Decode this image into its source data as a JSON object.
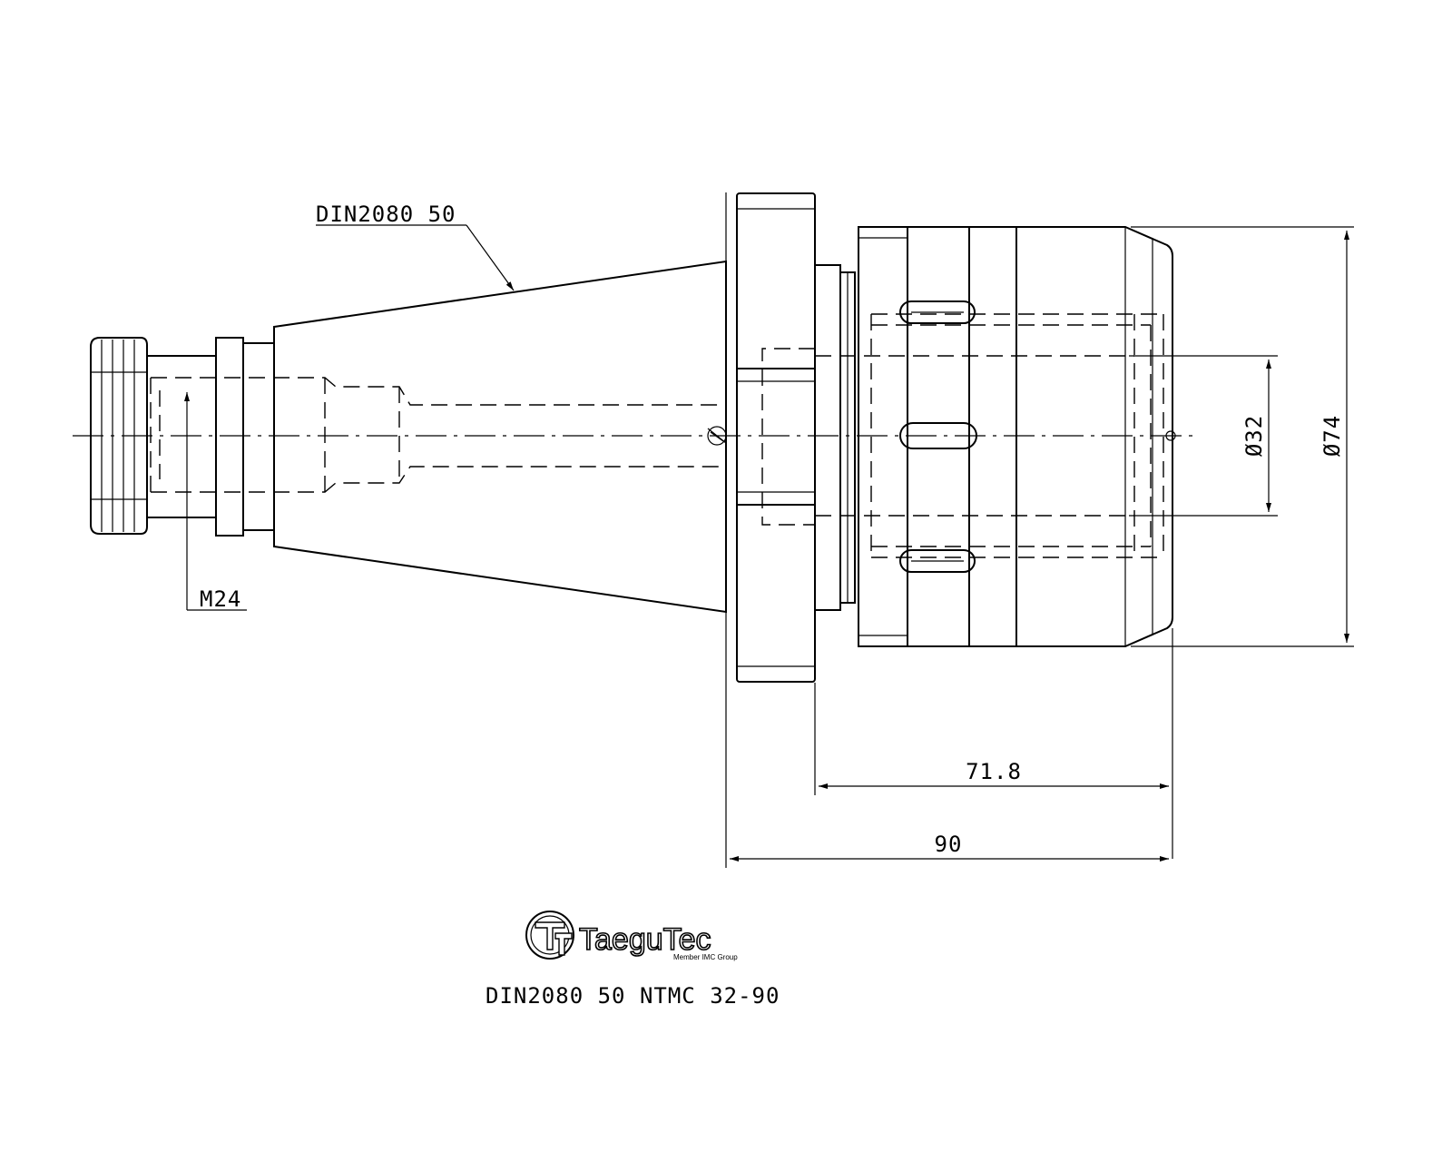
{
  "callouts": {
    "taper_label": "DIN2080 50",
    "thread_label": "M24"
  },
  "dimensions": {
    "bore_diameter": "Ø32",
    "outer_diameter": "Ø74",
    "nose_length": "71.8",
    "overall_length": "90"
  },
  "brand": {
    "name": "TaeguTec",
    "tagline": "Member IMC Group"
  },
  "part_number": "DIN2080 50 NTMC 32-90"
}
